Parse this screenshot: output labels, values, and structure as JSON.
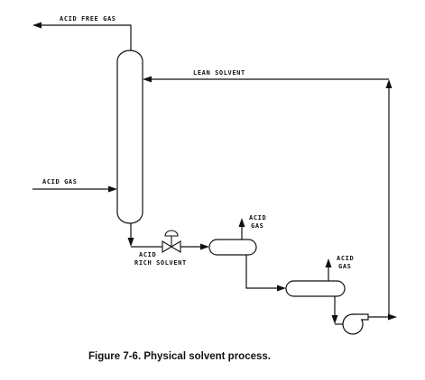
{
  "labels": {
    "acid_free_gas": "ACID FREE GAS",
    "lean_solvent": "LEAN SOLVENT",
    "acid_gas_feed": "ACID GAS",
    "acid_rich_solvent_line1": "ACID",
    "acid_rich_solvent_line2": "RICH SOLVENT",
    "flash1_acid": "ACID",
    "flash1_gas": "GAS",
    "flash2_acid": "ACID",
    "flash2_gas": "GAS"
  },
  "caption": "Figure 7-6. Physical solvent process."
}
